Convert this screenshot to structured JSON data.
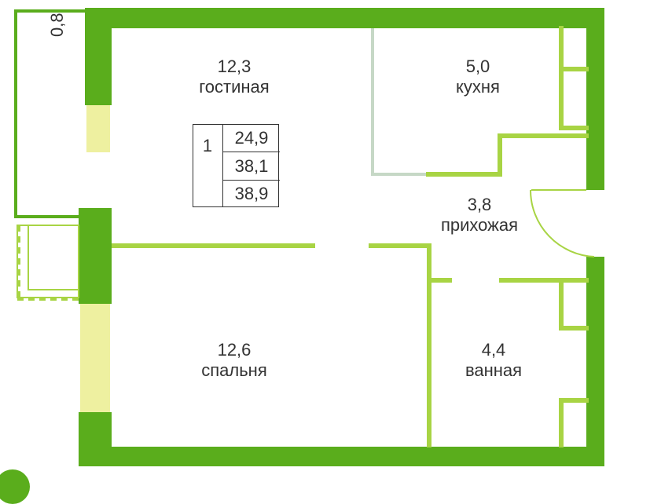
{
  "rooms": {
    "living": {
      "area": "12,3",
      "name": "гостиная"
    },
    "kitchen": {
      "area": "5,0",
      "name": "кухня"
    },
    "hallway": {
      "area": "3,8",
      "name": "прихожая"
    },
    "bedroom": {
      "area": "12,6",
      "name": "спальня"
    },
    "bathroom": {
      "area": "4,4",
      "name": "ванная"
    }
  },
  "balcony": {
    "area": "0,8"
  },
  "summary": {
    "rooms_count": "1",
    "living_area": "24,9",
    "total_area": "38,1",
    "total_with_balcony": "38,9"
  },
  "colors": {
    "wall_dark": "#5aad1c",
    "wall_light": "#a8d444",
    "window": "#eef0a0",
    "text": "#333333",
    "grey_line": "#9aa7a0"
  }
}
